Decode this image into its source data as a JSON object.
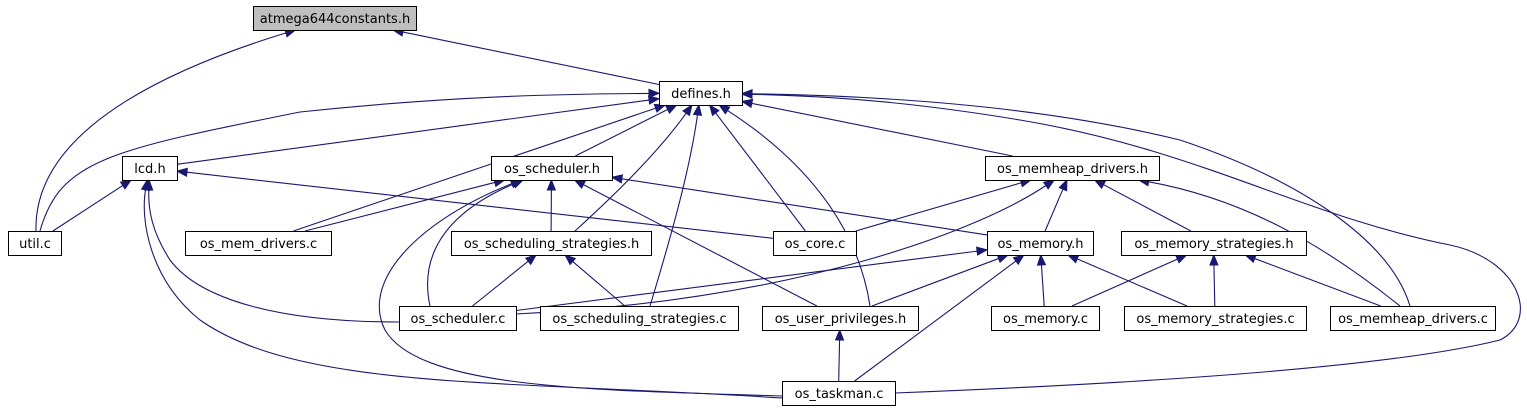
{
  "graph": {
    "nodes": [
      {
        "id": "atmega644constants_h",
        "label": "atmega644constants.h",
        "highlighted": true
      },
      {
        "id": "defines_h",
        "label": "defines.h"
      },
      {
        "id": "lcd_h",
        "label": "lcd.h"
      },
      {
        "id": "os_scheduler_h",
        "label": "os_scheduler.h"
      },
      {
        "id": "os_memheap_drivers_h",
        "label": "os_memheap_drivers.h"
      },
      {
        "id": "util_c",
        "label": "util.c"
      },
      {
        "id": "os_mem_drivers_c",
        "label": "os_mem_drivers.c"
      },
      {
        "id": "os_scheduling_strategies_h",
        "label": "os_scheduling_strategies.h"
      },
      {
        "id": "os_core_c",
        "label": "os_core.c"
      },
      {
        "id": "os_memory_h",
        "label": "os_memory.h"
      },
      {
        "id": "os_memory_strategies_h",
        "label": "os_memory_strategies.h"
      },
      {
        "id": "os_scheduler_c",
        "label": "os_scheduler.c"
      },
      {
        "id": "os_scheduling_strategies_c",
        "label": "os_scheduling_strategies.c"
      },
      {
        "id": "os_user_privileges_h",
        "label": "os_user_privileges.h"
      },
      {
        "id": "os_memory_c",
        "label": "os_memory.c"
      },
      {
        "id": "os_memory_strategies_c",
        "label": "os_memory_strategies.c"
      },
      {
        "id": "os_memheap_drivers_c",
        "label": "os_memheap_drivers.c"
      },
      {
        "id": "os_taskman_c",
        "label": "os_taskman.c"
      }
    ],
    "edges": [
      {
        "from": "defines_h",
        "to": "atmega644constants_h"
      },
      {
        "from": "util_c",
        "to": "atmega644constants_h"
      },
      {
        "from": "util_c",
        "to": "defines_h"
      },
      {
        "from": "lcd_h",
        "to": "defines_h"
      },
      {
        "from": "util_c",
        "to": "lcd_h"
      },
      {
        "from": "os_scheduler_h",
        "to": "defines_h"
      },
      {
        "from": "os_mem_drivers_c",
        "to": "defines_h"
      },
      {
        "from": "os_scheduling_strategies_h",
        "to": "defines_h"
      },
      {
        "from": "os_scheduling_strategies_c",
        "to": "defines_h"
      },
      {
        "from": "os_core_c",
        "to": "defines_h"
      },
      {
        "from": "os_user_privileges_h",
        "to": "defines_h"
      },
      {
        "from": "os_memheap_drivers_h",
        "to": "defines_h"
      },
      {
        "from": "os_memheap_drivers_c",
        "to": "defines_h"
      },
      {
        "from": "os_taskman_c",
        "to": "defines_h"
      },
      {
        "from": "os_core_c",
        "to": "lcd_h"
      },
      {
        "from": "os_scheduler_c",
        "to": "lcd_h"
      },
      {
        "from": "os_taskman_c",
        "to": "lcd_h"
      },
      {
        "from": "os_mem_drivers_c",
        "to": "os_scheduler_h"
      },
      {
        "from": "os_scheduling_strategies_h",
        "to": "os_scheduler_h"
      },
      {
        "from": "os_scheduler_c",
        "to": "os_scheduler_h"
      },
      {
        "from": "os_taskman_c",
        "to": "os_scheduler_h"
      },
      {
        "from": "os_user_privileges_h",
        "to": "os_scheduler_h"
      },
      {
        "from": "os_memory_h",
        "to": "os_scheduler_h"
      },
      {
        "from": "os_core_c",
        "to": "os_memheap_drivers_h"
      },
      {
        "from": "os_scheduler_c",
        "to": "os_memheap_drivers_h"
      },
      {
        "from": "os_memory_h",
        "to": "os_memheap_drivers_h"
      },
      {
        "from": "os_memory_strategies_h",
        "to": "os_memheap_drivers_h"
      },
      {
        "from": "os_memheap_drivers_c",
        "to": "os_memheap_drivers_h"
      },
      {
        "from": "os_scheduler_c",
        "to": "os_scheduling_strategies_h"
      },
      {
        "from": "os_scheduling_strategies_c",
        "to": "os_scheduling_strategies_h"
      },
      {
        "from": "os_scheduler_c",
        "to": "os_memory_h"
      },
      {
        "from": "os_user_privileges_h",
        "to": "os_memory_h"
      },
      {
        "from": "os_memory_c",
        "to": "os_memory_h"
      },
      {
        "from": "os_memory_strategies_c",
        "to": "os_memory_h"
      },
      {
        "from": "os_taskman_c",
        "to": "os_memory_h"
      },
      {
        "from": "os_memory_c",
        "to": "os_memory_strategies_h"
      },
      {
        "from": "os_memory_strategies_c",
        "to": "os_memory_strategies_h"
      },
      {
        "from": "os_memheap_drivers_c",
        "to": "os_memory_strategies_h"
      },
      {
        "from": "os_taskman_c",
        "to": "os_user_privileges_h"
      }
    ]
  },
  "colors": {
    "edge": "#191970",
    "node_fill": "#ffffff",
    "node_highlight_fill": "#bfbfbf",
    "node_border": "#000000"
  }
}
